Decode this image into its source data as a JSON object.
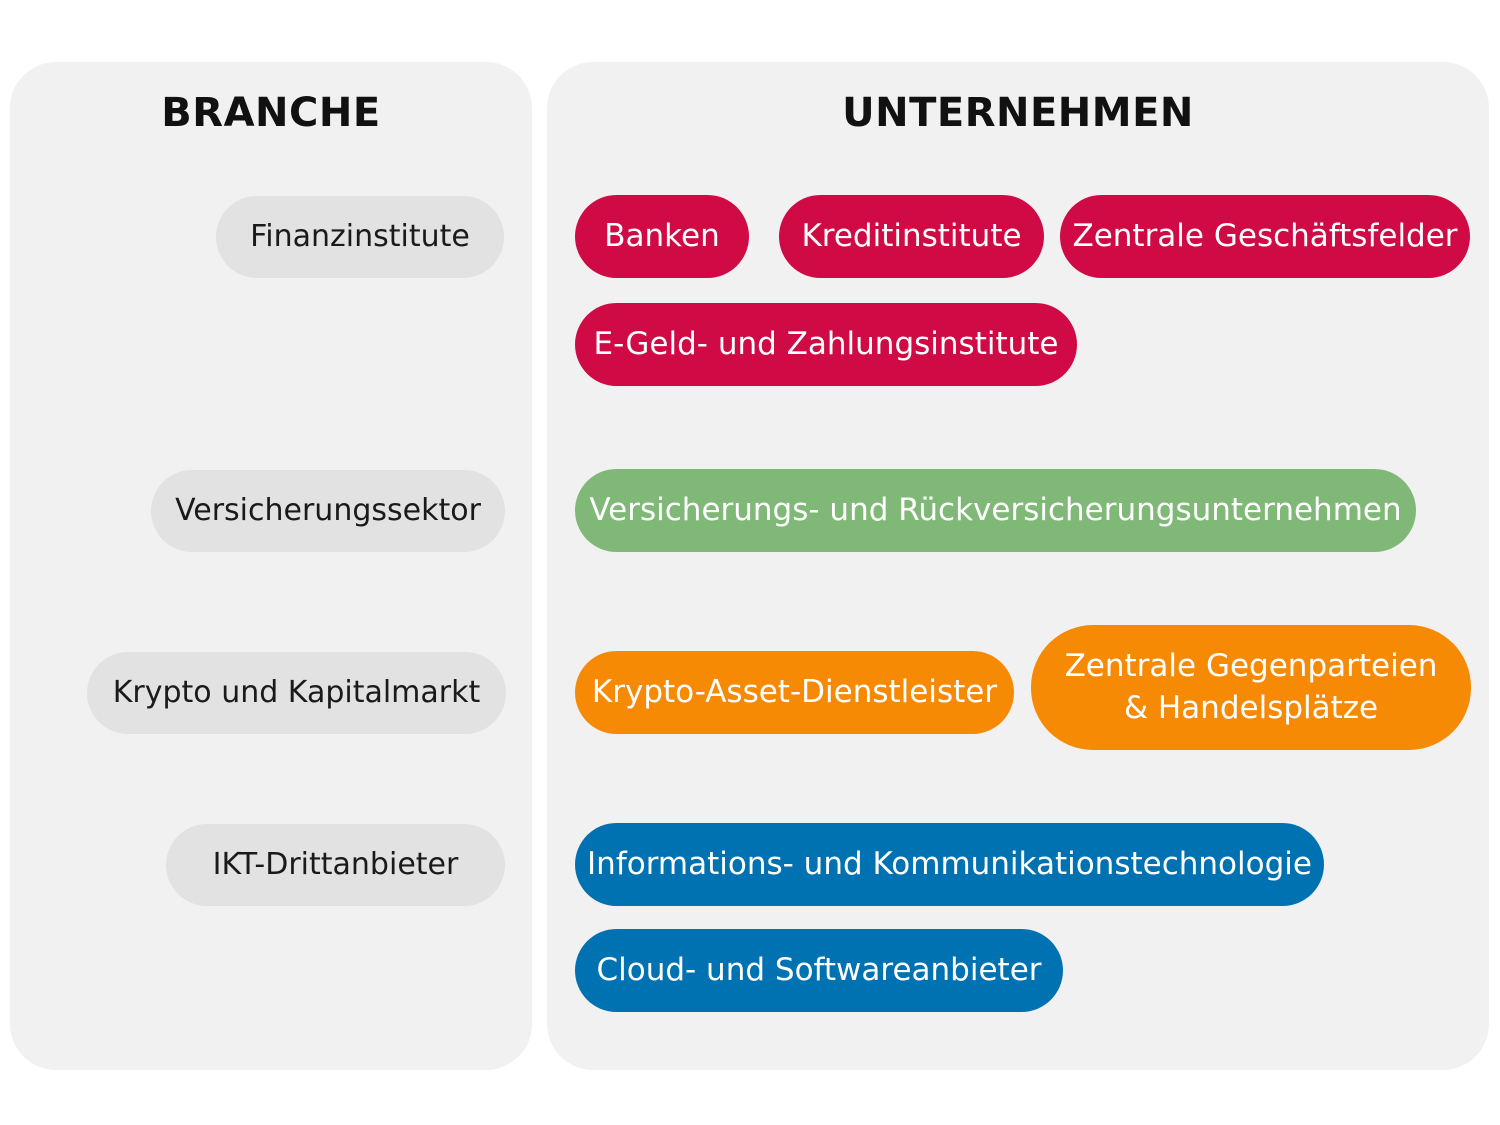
{
  "headings": {
    "branche": "BRANCHE",
    "unternehmen": "UNTERNEHMEN"
  },
  "colors": {
    "panel_background": "#f1f1f1",
    "sector_pill": "#e2e2e2",
    "finanzinstitute": "#cf0a45",
    "versicherungssektor": "#80b977",
    "krypto": "#f78a05",
    "ikt": "#0172b1"
  },
  "sectors": {
    "finanzinstitute": "Finanzinstitute",
    "versicherungssektor": "Versicherungssektor",
    "krypto": "Krypto und Kapitalmarkt",
    "ikt": "IKT-Drittanbieter"
  },
  "companies": {
    "banken": "Banken",
    "kreditinstitute": "Kreditinstitute",
    "zentrale_geschaeftsfelder": "Zentrale Geschäftsfelder",
    "egeld": "E-Geld- und Zahlungsinstitute",
    "versicherungen": "Versicherungs- und Rückversicherungsunternehmen",
    "krypto_asset": "Krypto-Asset-Dienstleister",
    "gegenparteien_line1": "Zentrale Gegenparteien",
    "gegenparteien_line2": "& Handelsplätze",
    "ikt_technologie": "Informations- und Kommunikationstechnologie",
    "cloud": "Cloud- und Softwareanbieter"
  }
}
